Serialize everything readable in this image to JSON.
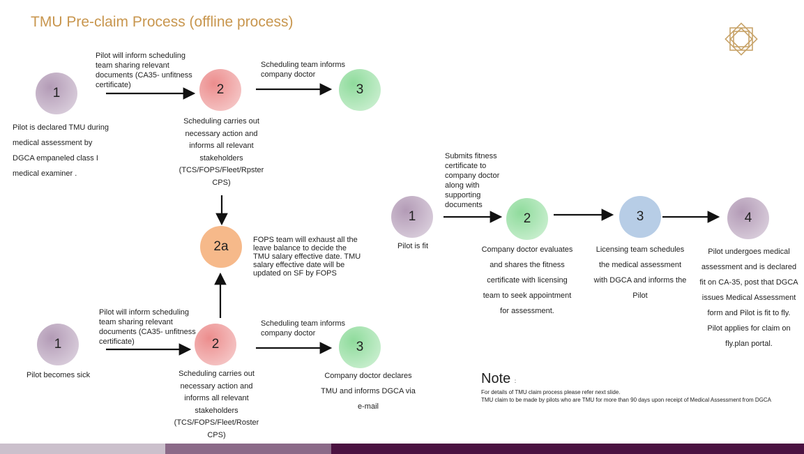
{
  "title": "TMU Pre-claim Process (offline process)",
  "top": {
    "n1": "1",
    "n2": "2",
    "n3": "3",
    "step1": "Pilot is declared TMU during medical assessment by DGCA empaneled class I medical examiner .",
    "arrow1": "Pilot will inform scheduling team sharing relevant documents (CA35- unfitness certificate)",
    "arrow2": "Scheduling team informs company doctor",
    "step2": "Scheduling carries out necessary action and informs all relevant stakeholders (TCS/FOPS/Fleet/Rpster CPS)"
  },
  "middle": {
    "n": "2a",
    "text": "FOPS team will exhaust all the leave balance to decide the TMU salary effective date. TMU salary effective date will be updated on SF by FOPS"
  },
  "bottom": {
    "n1": "1",
    "n2": "2",
    "n3": "3",
    "step1": "Pilot becomes sick",
    "arrow1": "Pilot will inform scheduling team sharing relevant documents (CA35- unfitness certificate)",
    "arrow2": "Scheduling team informs company doctor",
    "step2": "Scheduling carries out necessary action and informs all relevant stakeholders (TCS/FOPS/Fleet/Roster CPS)",
    "step3": "Company doctor declares TMU and  informs DGCA via e-mail"
  },
  "right": {
    "n1": "1",
    "n2": "2",
    "n3": "3",
    "n4": "4",
    "step1": "Pilot is fit",
    "arrow1": "Submits fitness certificate to company doctor along with supporting documents",
    "step2": "Company doctor evaluates and shares the fitness certificate with licensing team to seek appointment for assessment.",
    "step3": "Licensing team schedules the medical assessment with DGCA and informs the Pilot",
    "step4": "Pilot undergoes medical assessment and is declared fit on CA-35, post that DGCA issues  Medical Assessment form and Pilot is fit to fly. Pilot applies for claim on fly.plan portal."
  },
  "note": {
    "heading": "Note",
    "colon": ":",
    "line1": "For details of TMU claim process please refer next slide.",
    "line2": "TMU claim to be made by pilots who are TMU for more than 90 days upon receipt of Medical Assessment from DGCA"
  },
  "colors": {
    "title": "#c8964e",
    "bar1": "#cbc0cc",
    "bar2": "#8b6a88",
    "bar3": "#4b1241"
  }
}
